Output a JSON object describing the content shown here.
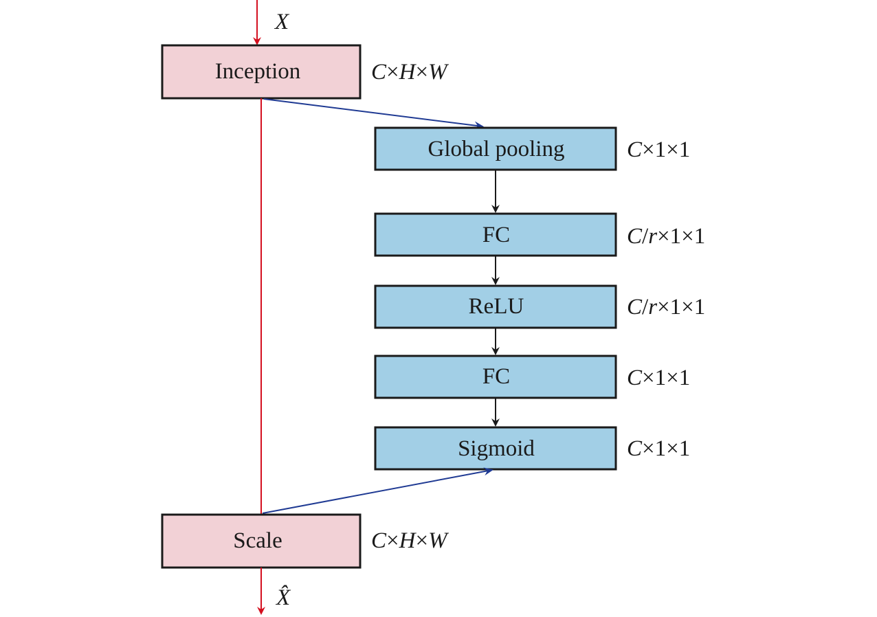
{
  "input_label": "X",
  "output_label": "X̂",
  "blocks": {
    "inception": {
      "label": "Inception",
      "dim_c": "C",
      "dim_rest": "×",
      "dim_h": "H",
      "dim_x2": "×",
      "dim_w": "W"
    },
    "global_pooling": {
      "label": "Global pooling",
      "dim_c": "C",
      "dim_rest": "×1×1"
    },
    "fc1": {
      "label": "FC",
      "dim_c": "C",
      "dim_slash": "/",
      "dim_r": "r",
      "dim_rest": "×1×1"
    },
    "relu": {
      "label": "ReLU",
      "dim_c": "C",
      "dim_slash": "/",
      "dim_r": "r",
      "dim_rest": "×1×1"
    },
    "fc2": {
      "label": "FC",
      "dim_c": "C",
      "dim_rest": "×1×1"
    },
    "sigmoid": {
      "label": "Sigmoid",
      "dim_c": "C",
      "dim_rest": "×1×1"
    },
    "scale": {
      "label": "Scale",
      "dim_c": "C",
      "dim_rest": "×",
      "dim_h": "H",
      "dim_x2": "×",
      "dim_w": "W"
    }
  },
  "colors": {
    "pink_box": "#f2d1d6",
    "blue_box": "#a2cfe6",
    "red_line": "#d40f1f",
    "blue_line": "#1f3a93",
    "black_line": "#1a1a1a"
  }
}
